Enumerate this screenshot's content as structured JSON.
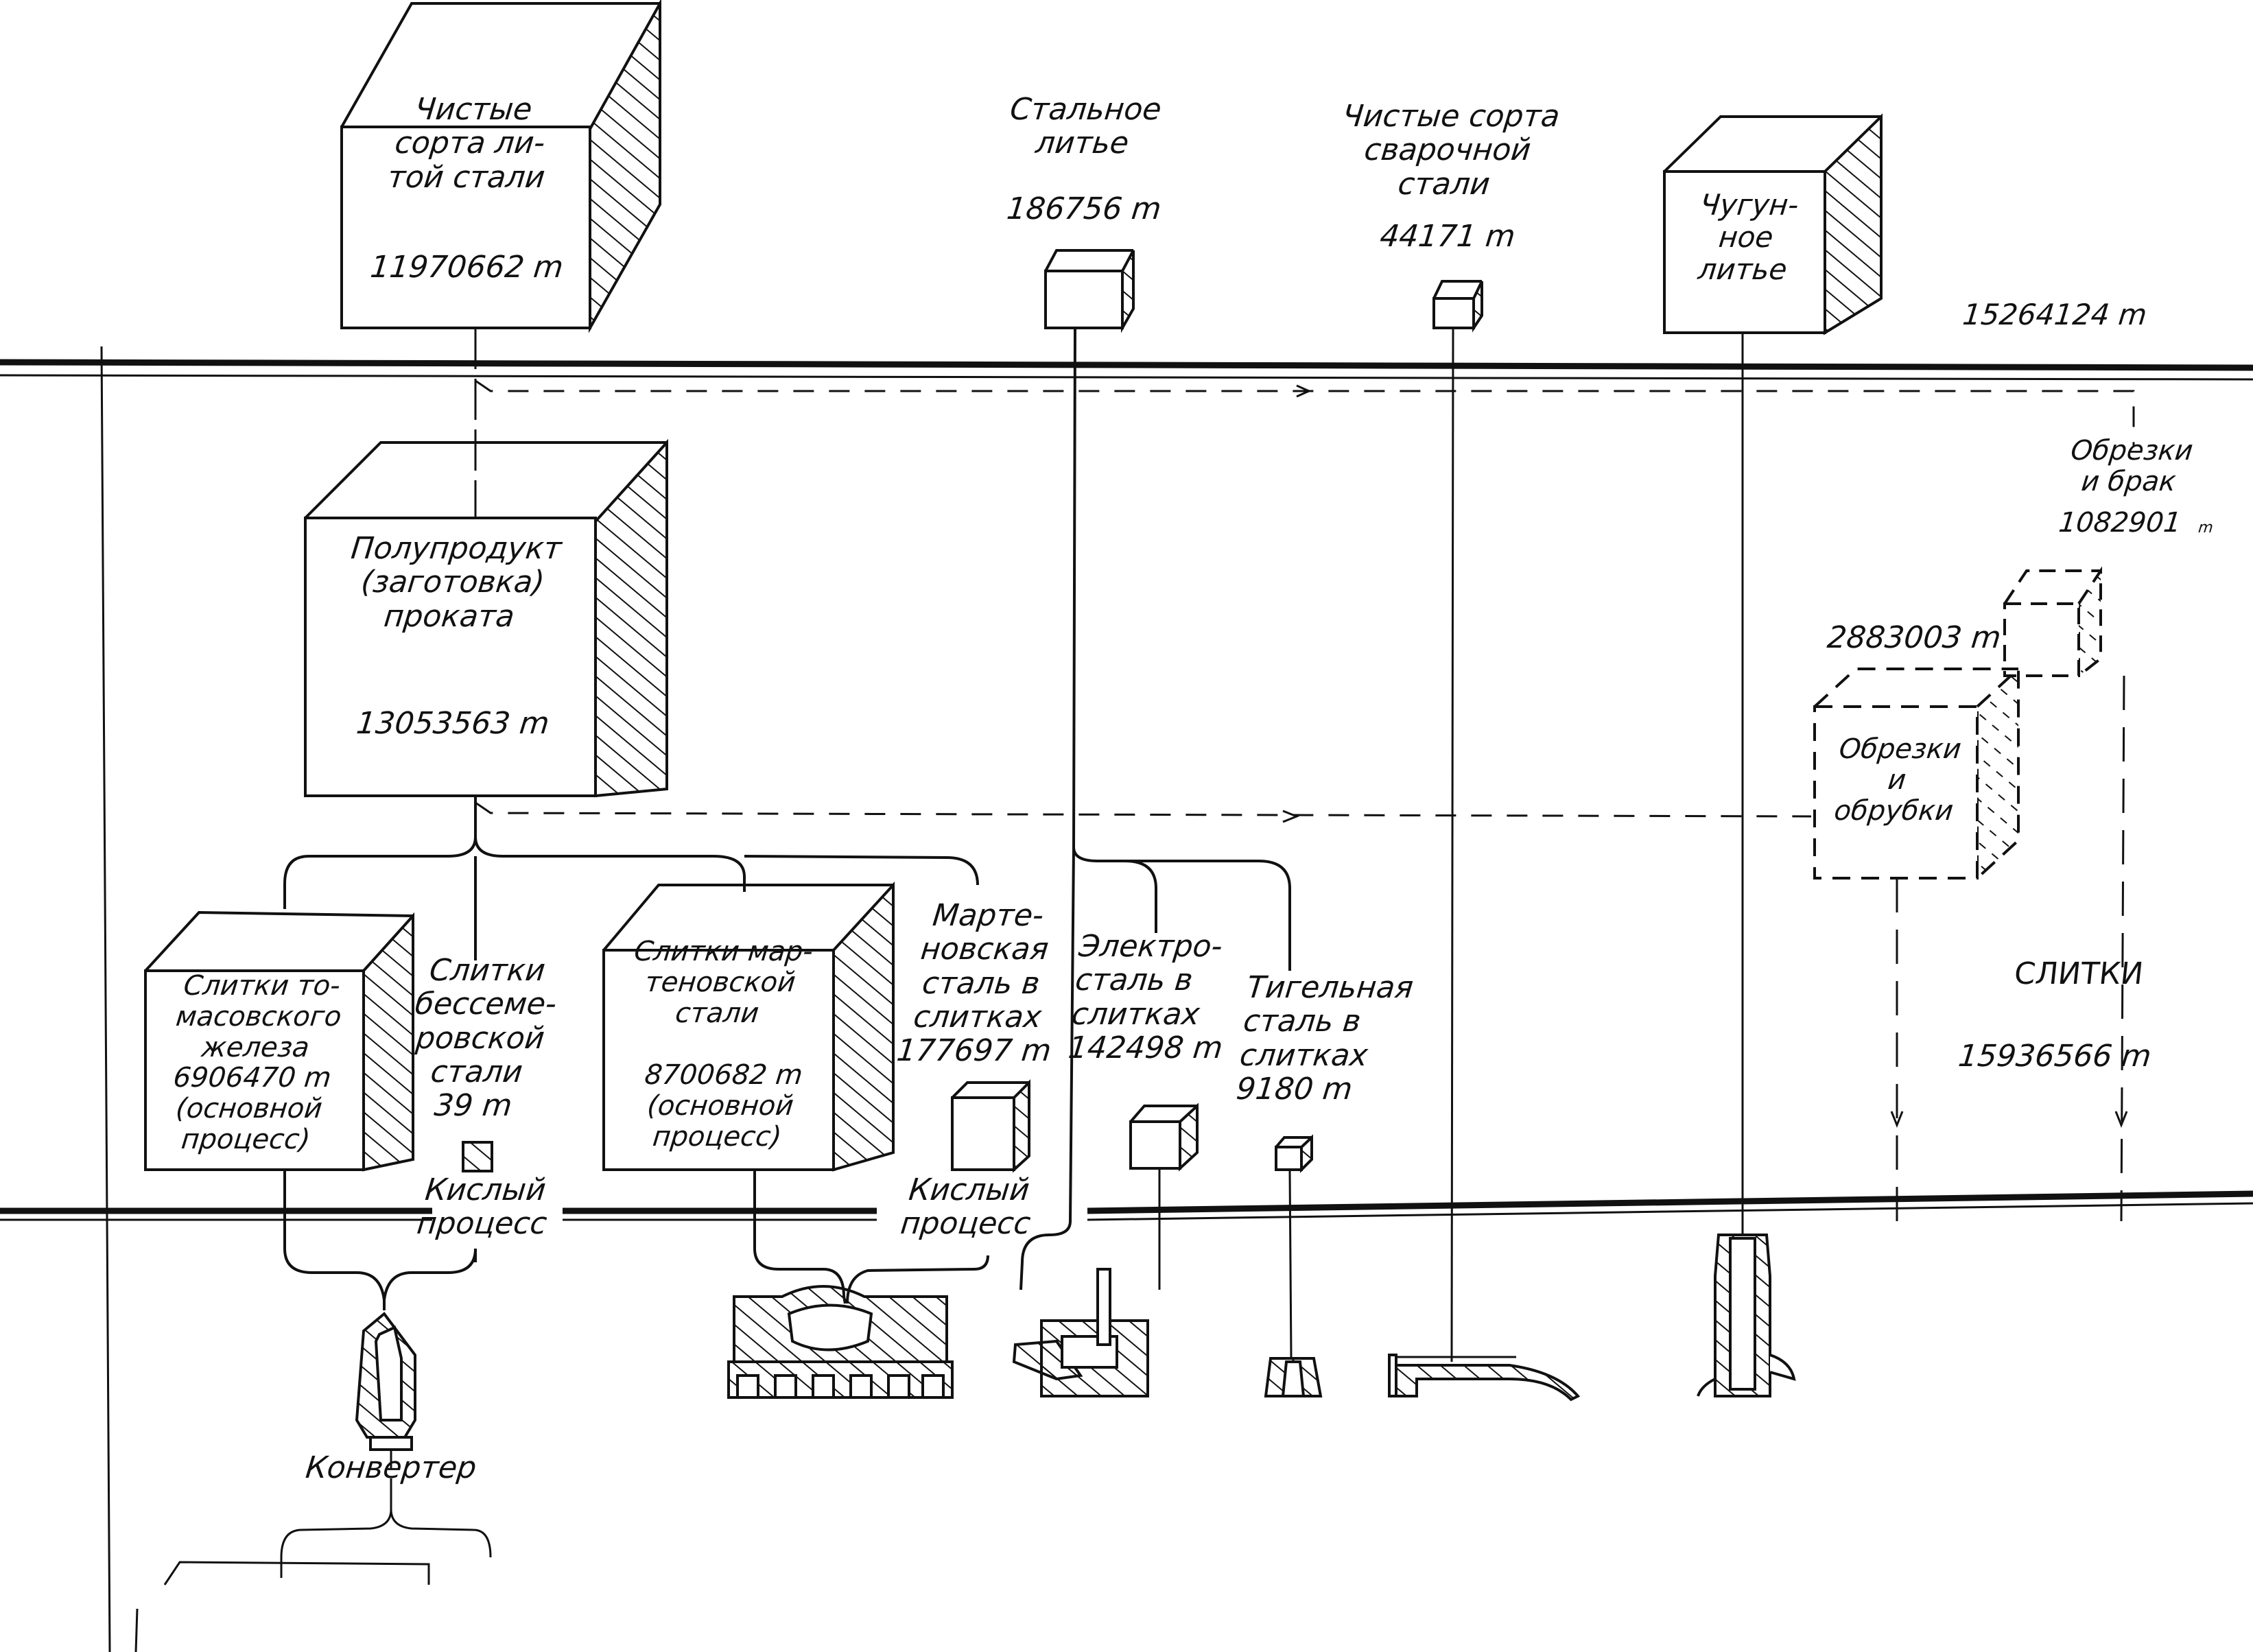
{
  "diagram": {
    "colors": {
      "ink": "#111111",
      "paper": "#ffffff"
    },
    "finished_products": {
      "cast_steel_clean_grades": {
        "label": "Чистые\nсорта ли-\nтой стали",
        "value": "11970662 m"
      },
      "steel_castings": {
        "label": "Стальное\nлитье",
        "value": "186756 m"
      },
      "welded_steel_clean_grades": {
        "label": "Чистые сорта\nсварочной\nстали",
        "value": "44171 m"
      },
      "iron_castings": {
        "label": "Чугун-\nное\nлитье"
      },
      "total_top": {
        "value": "15264124 m"
      }
    },
    "intermediate": {
      "semi_product": {
        "label": "Полупродукт\n(заготовка)\nпроката",
        "value": "13053563 m"
      },
      "scrap_and_reject": {
        "label": "Обрезки\nи брак",
        "value": "1082901",
        "unit": "m"
      },
      "crops_and_trimmings": {
        "label": "Обрезки\nи\nобрубки",
        "value": "2883003 m"
      }
    },
    "ingots": {
      "thomas": {
        "label": "Слитки то-\nмасовского\nжелеза\n6906470 m\n(основной\nпроцесс)"
      },
      "bessemer": {
        "label": "Слитки\nбессеме-\nровской\nстали\n39 m",
        "process": "Кислый\nпроцесс"
      },
      "open_hearth_basic": {
        "label": "Слитки мар-\nтеновской\nстали",
        "value": "8700682 m\n(основной\nпроцесс)"
      },
      "open_hearth_acid": {
        "label": "Марте-\nновская\nсталь в\nслитках\n177697 m",
        "process": "Кислый\nпроцесс"
      },
      "electric": {
        "label": "Электро-\nсталь в\nслитках\n142498 m"
      },
      "crucible": {
        "label": "Тигельная\nсталь в\nслитках\n9180 m"
      },
      "total": {
        "label": "СЛИТКИ",
        "value": "15936566 m"
      }
    },
    "equipment": {
      "converter": {
        "label": "Конвертер"
      }
    }
  }
}
